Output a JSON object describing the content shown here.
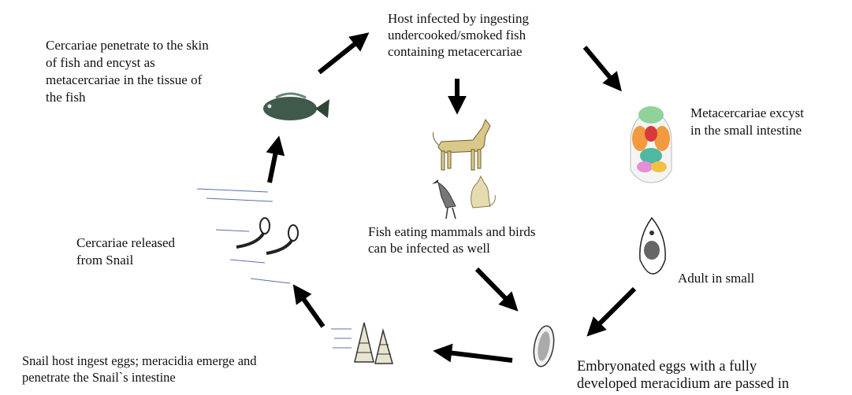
{
  "labels": {
    "host_infected": "Host infected by ingesting\nundercooked/smoked fish\ncontaining metacercariae",
    "cercariae_fish": "Cercariae penetrate to the skin\nof fish and encyst as\nmetacercariae in the tissue of\nthe fish",
    "metacercariae_excyst": "Metacercariae excyst\nin the small intestine",
    "mammals_birds": "Fish eating mammals and birds\ncan be infected as well",
    "cercariae_released": "Cercariae released\nfrom Snail",
    "adult": "Adult in small",
    "snail_host": "Snail host ingest eggs; meracidia emerge and\npenetrate the Snail`s intestine",
    "embryonated_eggs": "Embryonated eggs with a fully\ndeveloped meracidium are passed in"
  },
  "icons": [
    "fish-icon",
    "dog-icon",
    "bird-icon",
    "cat-icon",
    "human-organs-icon",
    "adult-fluke-icon",
    "egg-icon",
    "snail-icon",
    "cercariae-icon"
  ],
  "colors": {
    "arrow": "#000000",
    "fish": "#3f5a4a",
    "dog": "#d8c98a",
    "water_lines": "#5b6fa8"
  }
}
